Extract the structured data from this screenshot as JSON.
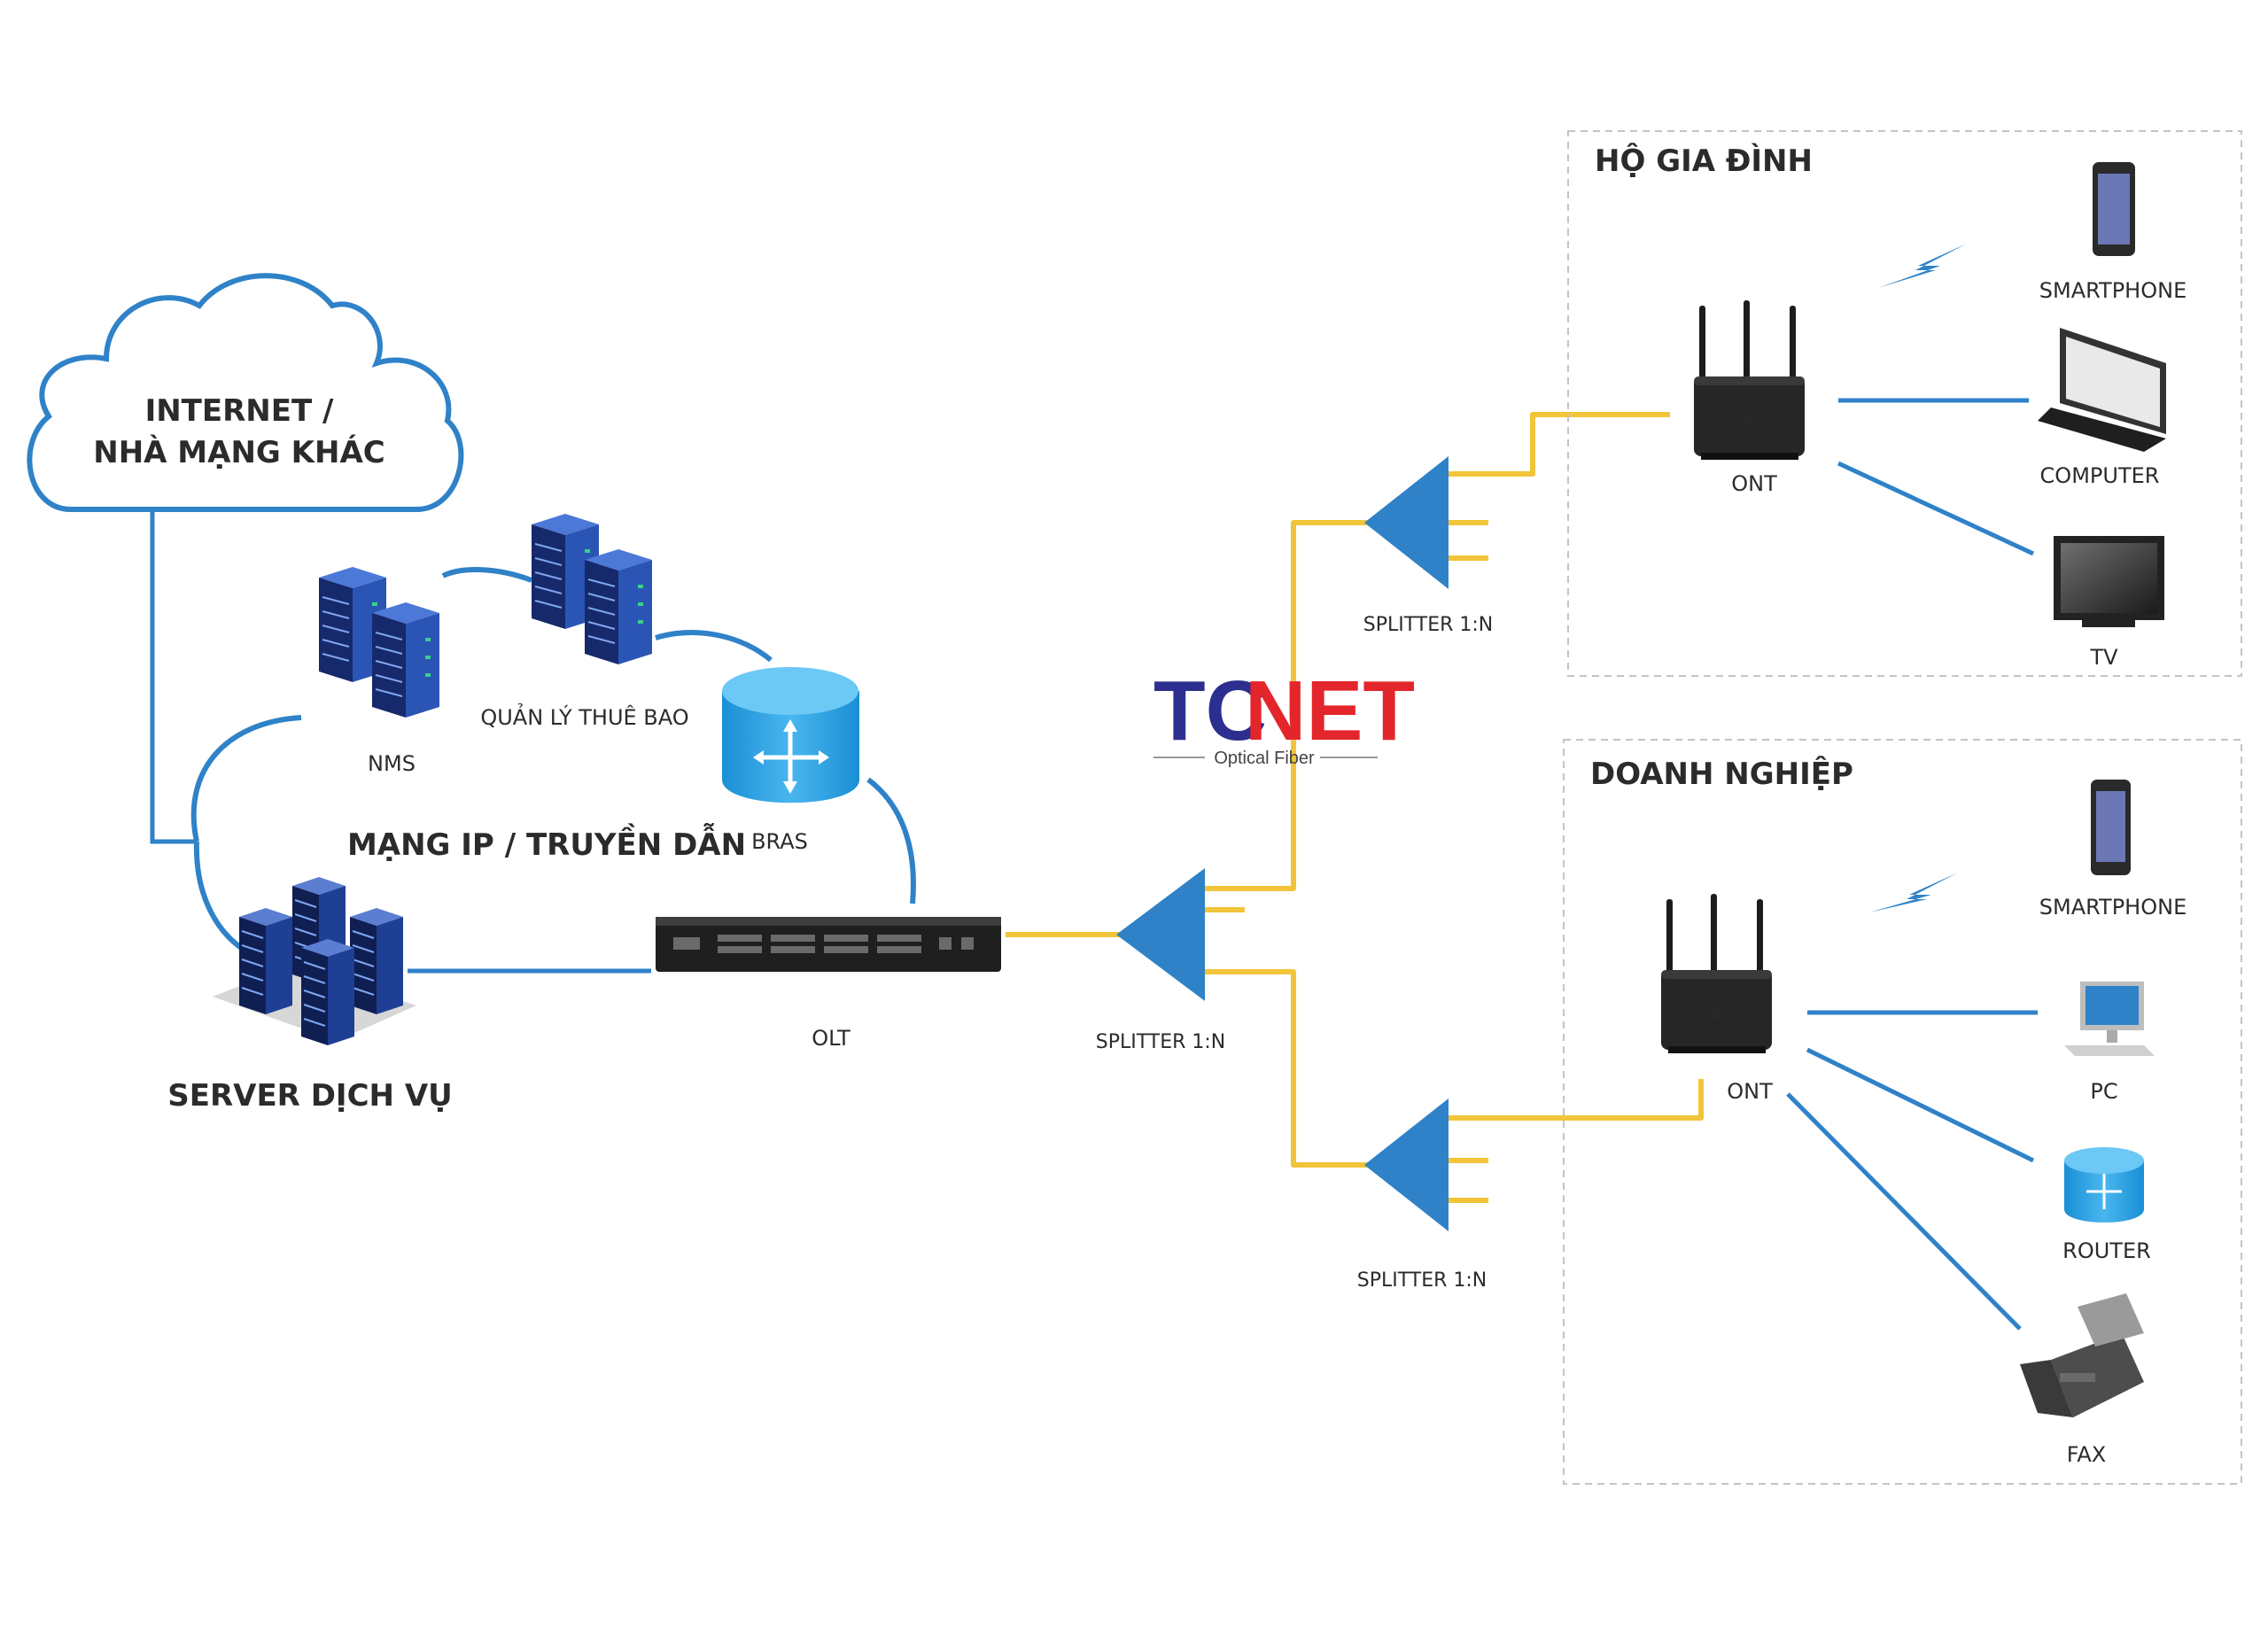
{
  "internet": {
    "line1": "INTERNET /",
    "line2": "NHÀ MẠNG KHÁC"
  },
  "core": {
    "nms": "NMS",
    "subscriber_mgmt": "QUẢN LÝ THUÊ BAO",
    "network": "MẠNG IP / TRUYỀN DẪN",
    "bras": "BRAS",
    "server": "SERVER DỊCH VỤ",
    "olt": "OLT"
  },
  "splitters": {
    "main": "SPLITTER 1:N",
    "home": "SPLITTER 1:N",
    "business": "SPLITTER 1:N"
  },
  "brand": {
    "tc": "TC",
    "net": "NET",
    "subtitle": "Optical Fiber"
  },
  "home": {
    "title": "HỘ GIA ĐÌNH",
    "ont": "ONT",
    "devices": [
      "SMARTPHONE",
      "COMPUTER",
      "TV"
    ]
  },
  "business": {
    "title": "DOANH NGHIỆP",
    "ont": "ONT",
    "devices": [
      "SMARTPHONE",
      "PC",
      "ROUTER",
      "FAX"
    ]
  },
  "colors": {
    "network": "#2f82c8",
    "fiber": "#f2c43a",
    "brand_blue": "#2c2f8f",
    "brand_red": "#e3262b"
  }
}
